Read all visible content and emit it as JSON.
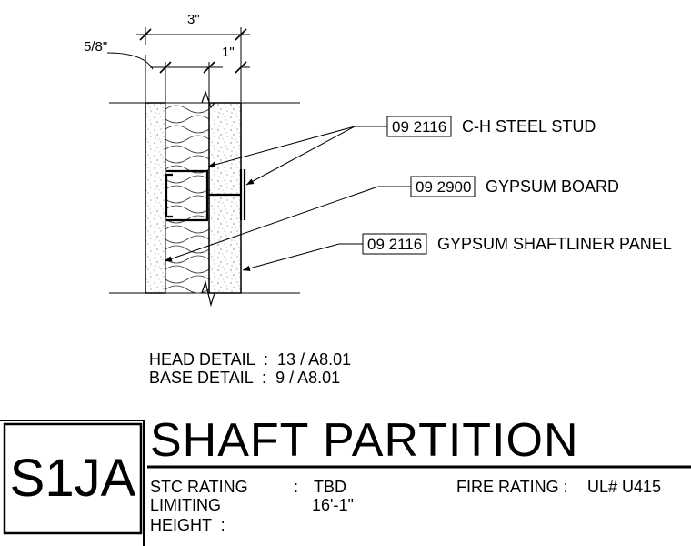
{
  "dimensions": {
    "overall": "3\"",
    "board": "5/8\"",
    "stud_flange": "1\""
  },
  "callouts": [
    {
      "code": "09 2116",
      "label": "C-H STEEL STUD"
    },
    {
      "code": "09 2900",
      "label": "GYPSUM BOARD"
    },
    {
      "code": "09 2116",
      "label": "GYPSUM SHAFTLINER PANEL"
    }
  ],
  "details": {
    "head_label": "HEAD DETAIL",
    "head_value": "13 / A8.01",
    "base_label": "BASE DETAIL",
    "base_value": "9 / A8.01"
  },
  "partition": {
    "code": "S1JA",
    "title": "SHAFT PARTITION"
  },
  "ratings": {
    "stc_label": "STC RATING",
    "stc_value": "TBD",
    "fire_label": "FIRE RATING :",
    "fire_value": "UL# U415",
    "limiting_label": "LIMITING",
    "limiting_value": "16'-1\"",
    "height_label": "HEIGHT  :"
  }
}
